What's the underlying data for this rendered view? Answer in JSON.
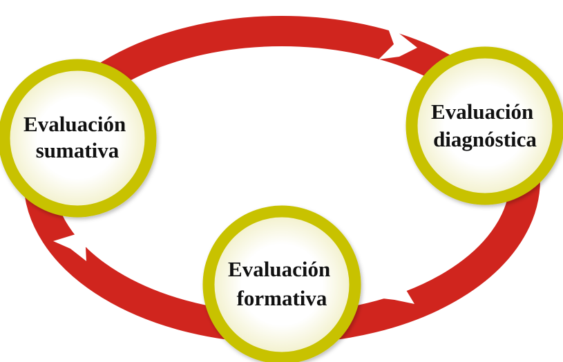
{
  "diagram": {
    "colors": {
      "cycle_arrow": "#d0251e",
      "node_ring": "#c8c200",
      "node_fill_center": "#ffffff",
      "node_fill_edge": "#f1efc6",
      "label_text": "#111111",
      "background": "#ffffff"
    },
    "nodes": [
      {
        "id": "sumativa",
        "line1": "Evaluación",
        "line2": "sumativa"
      },
      {
        "id": "diagnostica",
        "line1": "Evaluación",
        "line2": "diagnóstica"
      },
      {
        "id": "formativa",
        "line1": "Evaluación",
        "line2": "formativa"
      }
    ]
  }
}
